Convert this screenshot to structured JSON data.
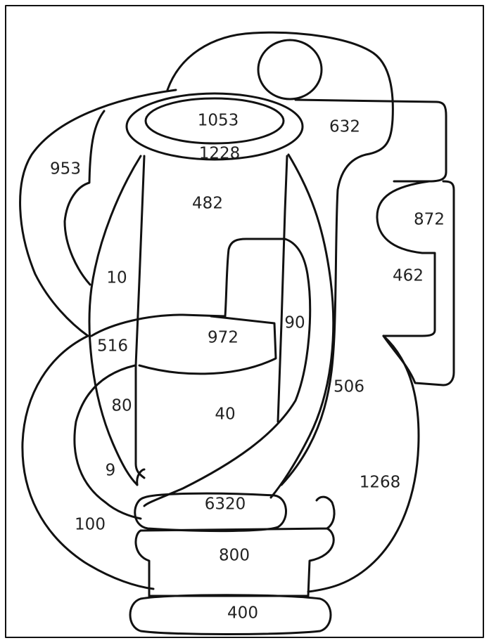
{
  "diagram": {
    "stroke_color": "#111111",
    "background_color": "#ffffff",
    "regions": [
      {
        "id": "r1053",
        "label": "1053"
      },
      {
        "id": "r632",
        "label": "632"
      },
      {
        "id": "r1228",
        "label": "1228"
      },
      {
        "id": "r953",
        "label": "953"
      },
      {
        "id": "r482",
        "label": "482"
      },
      {
        "id": "r872",
        "label": "872"
      },
      {
        "id": "r10",
        "label": "10"
      },
      {
        "id": "r462",
        "label": "462"
      },
      {
        "id": "r90",
        "label": "90"
      },
      {
        "id": "r972",
        "label": "972"
      },
      {
        "id": "r516",
        "label": "516"
      },
      {
        "id": "r506",
        "label": "506"
      },
      {
        "id": "r80",
        "label": "80"
      },
      {
        "id": "r40",
        "label": "40"
      },
      {
        "id": "r9",
        "label": "9"
      },
      {
        "id": "r1268",
        "label": "1268"
      },
      {
        "id": "r6320",
        "label": "6320"
      },
      {
        "id": "r100",
        "label": "100"
      },
      {
        "id": "r800",
        "label": "800"
      },
      {
        "id": "r400",
        "label": "400"
      }
    ]
  }
}
